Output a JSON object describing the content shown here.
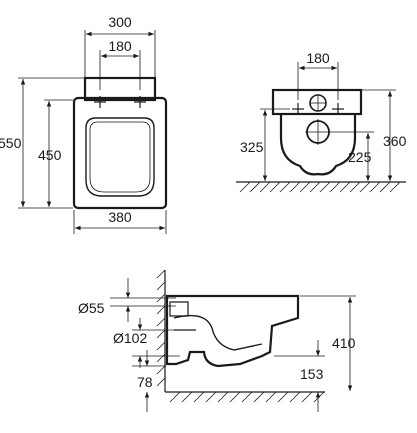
{
  "top_view": {
    "width_outer": "300",
    "width_inner": "180",
    "height_total": "550",
    "height_seat": "450",
    "width_bowl": "380"
  },
  "rear_view": {
    "bolt_spacing": "180",
    "height_bolts": "325",
    "height_top": "360",
    "height_outlet": "225"
  },
  "side_view": {
    "diameter_inlet": "Ø55",
    "diameter_outlet": "Ø102",
    "height_outlet_floor": "78",
    "projection_outlet": "153",
    "height_overall": "410"
  }
}
